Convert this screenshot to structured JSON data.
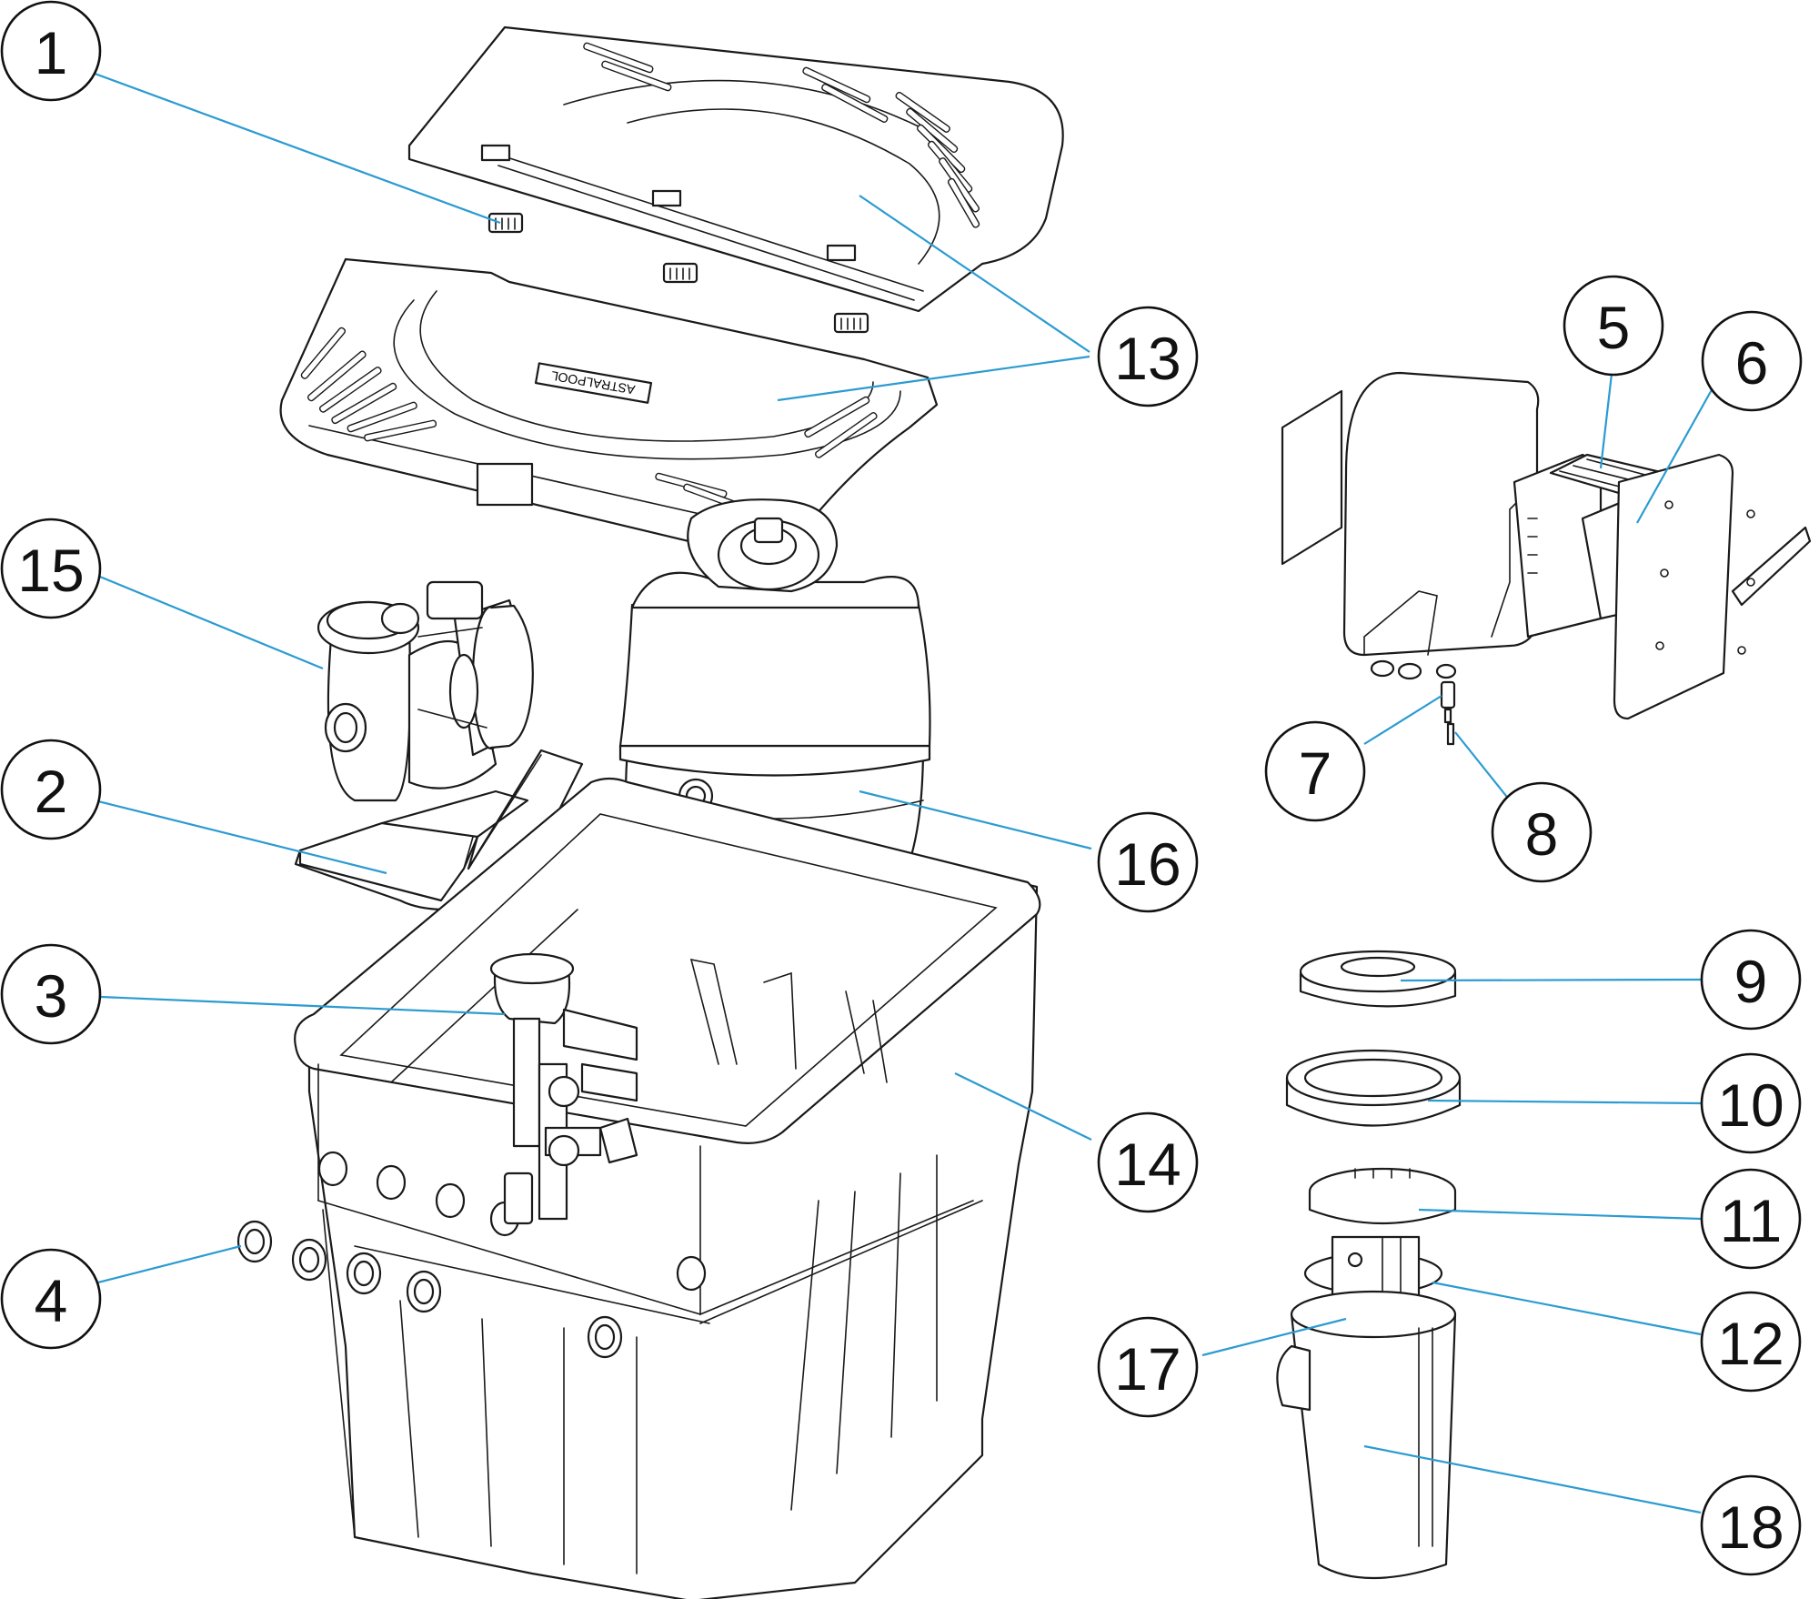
{
  "callouts": [
    "1",
    "2",
    "3",
    "4",
    "5",
    "6",
    "7",
    "8",
    "9",
    "10",
    "11",
    "12",
    "13",
    "14",
    "15",
    "16",
    "17",
    "18"
  ],
  "colors": {
    "leader": "#2b9bd1",
    "ink": "#1a1a1a",
    "background": "#ffffff"
  },
  "lid_brand": "ASTRALPOOL"
}
